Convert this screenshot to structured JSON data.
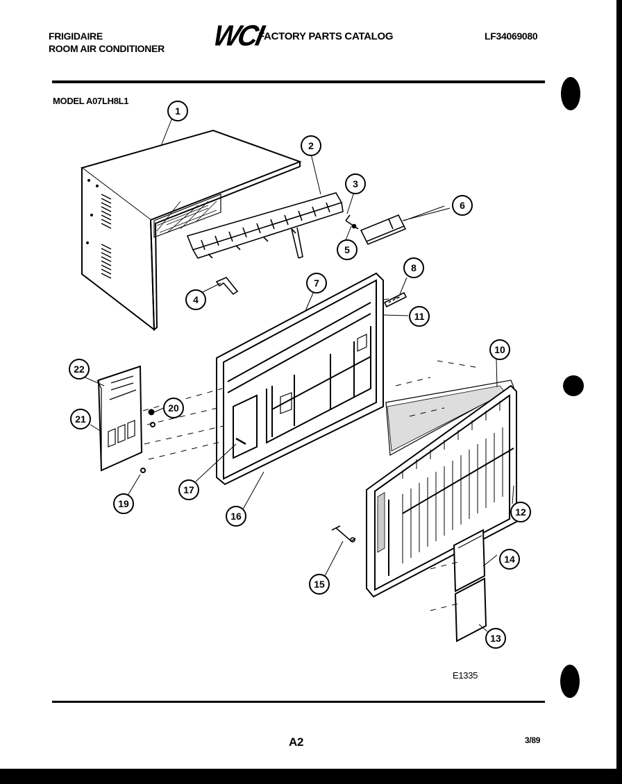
{
  "header": {
    "brand": "FRIGIDAIRE",
    "product": "ROOM AIR CONDITIONER",
    "logo_text": "WCI",
    "catalog_title": "FACTORY PARTS CATALOG",
    "catalog_number": "LF34069080"
  },
  "model_label": "MODEL A07LH8L1",
  "drawing_code": "E1335",
  "footer": {
    "page": "A2",
    "date": "3/89"
  },
  "callouts": [
    "1",
    "2",
    "3",
    "4",
    "5",
    "6",
    "7",
    "8",
    "10",
    "11",
    "12",
    "13",
    "14",
    "15",
    "16",
    "17",
    "19",
    "20",
    "21",
    "22"
  ]
}
